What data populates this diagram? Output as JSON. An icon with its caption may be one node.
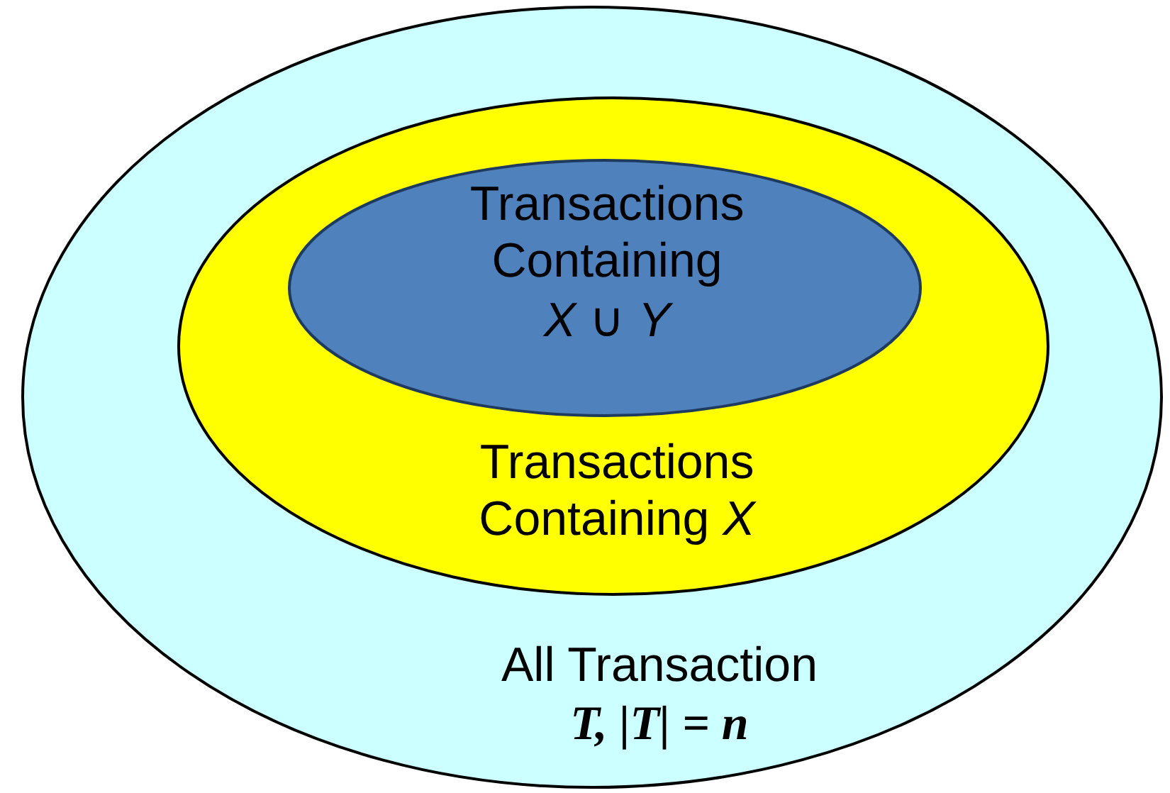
{
  "diagram": {
    "nodes": [
      {
        "text": [
          "All Transaction",
          "T, |T| = n"
        ]
      },
      {
        "text": [
          "Transactions Containing *X*"
        ],
        "in": 0
      },
      {
        "text": [
          "Transactions Containing",
          "*X* ∪ *Y*"
        ],
        "in": 1
      }
    ]
  }
}
